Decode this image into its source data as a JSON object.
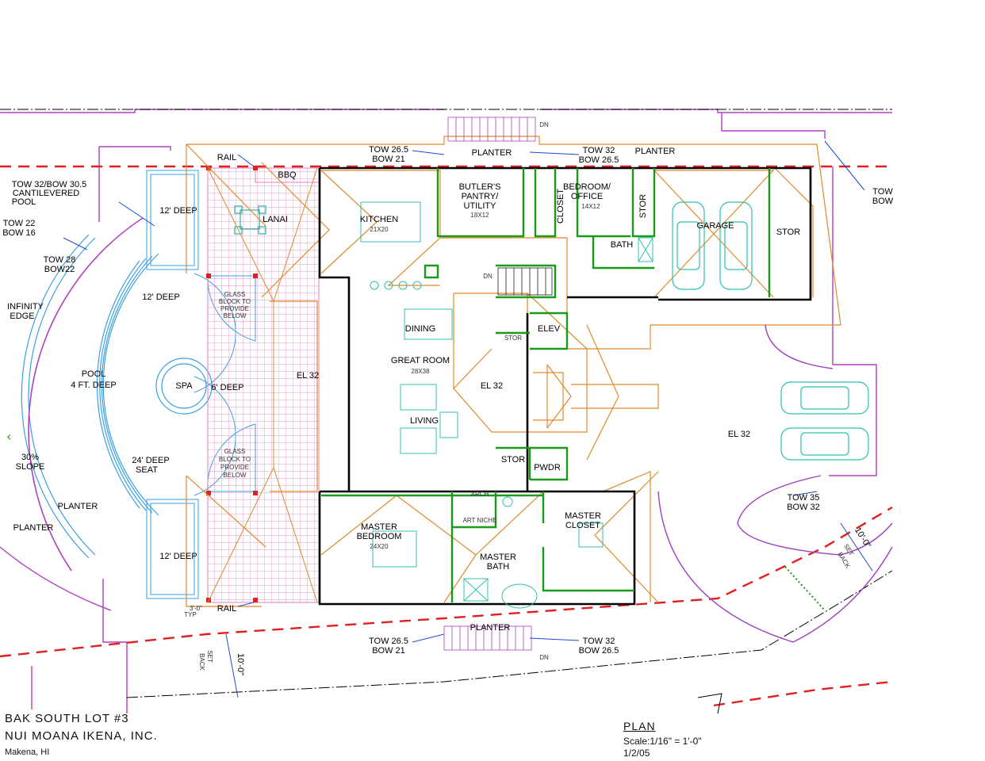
{
  "rooms": {
    "kitchen": "KITCHEN",
    "kitchen_size": "21X20",
    "pantry_1": "BUTLER'S",
    "pantry_2": "PANTRY/",
    "pantry_3": "UTILITY",
    "pantry_size": "18X12",
    "closet": "CLOSET",
    "bedroom_1": "BEDROOM/",
    "bedroom_2": "OFFICE",
    "bedroom_size": "14X12",
    "stor_upper": "STOR",
    "bath": "BATH",
    "garage": "GARAGE",
    "stor_garage": "STOR",
    "lanai": "LANAI",
    "bbq": "BBQ",
    "dining": "DINING",
    "great_room": "GREAT ROOM",
    "great_room_size": "28X38",
    "living": "LIVING",
    "elev": "ELEV",
    "stor_small": "STOR",
    "stor_mid": "STOR",
    "pwdr": "PWDR",
    "el32_lanai": "EL 32",
    "el32_center": "EL 32",
    "el32_drive": "EL 32",
    "master_bedroom_1": "MASTER",
    "master_bedroom_2": "BEDROOM",
    "master_bedroom_size": "24X20",
    "master_closet_1": "MASTER",
    "master_closet_2": "CLOSET",
    "master_bath_1": "MASTER",
    "master_bath_2": "BATH",
    "arch": "ARCH",
    "art_niche": "ART NICHE"
  },
  "pool_area": {
    "pool": "POOL",
    "pool_depth": "4 FT. DEEP",
    "spa": "SPA",
    "spa_depth": "6' DEEP",
    "deep_top": "12' DEEP",
    "deep_mid": "12' DEEP",
    "deep_bottom": "12' DEEP",
    "glass_top_1": "GLASS",
    "glass_top_2": "BLOCK TO",
    "glass_top_3": "PROVIDE",
    "glass_top_4": "BELOW",
    "glass_bot_1": "GLASS",
    "glass_bot_2": "BLOCK TO",
    "glass_bot_3": "PROVIDE",
    "glass_bot_4": "BELOW",
    "seat_1": "24' DEEP",
    "seat_2": "SEAT",
    "slope_1": "30%",
    "slope_2": "SLOPE",
    "infinity_1": "INFINITY",
    "infinity_2": "EDGE",
    "planter_left": "PLANTER",
    "planter_lower_left": "PLANTER"
  },
  "annotations": {
    "cant_1": "TOW 32/BOW 30.5",
    "cant_2": "CANTILEVERED",
    "cant_3": "POOL",
    "tow22": "TOW 22",
    "bow16": "BOW 16",
    "tow28": "TOW 28",
    "bow22": "BOW22",
    "rail_top": "RAIL",
    "rail_bottom": "RAIL",
    "tow265_top": "TOW 26.5",
    "bow21_top": "BOW 21",
    "planter_top": "PLANTER",
    "tow32_top": "TOW 32",
    "bow265_top": "BOW 26.5",
    "planter_top_right": "PLANTER",
    "tow_right": "TOW",
    "bow_right": "BOW",
    "dn_top": "DN",
    "dn_stair": "DN",
    "dn_bottom": "DN",
    "planter_bottom": "PLANTER",
    "tow265_bot": "TOW 26.5",
    "bow21_bot": "BOW 21",
    "tow32_bot": "TOW 32",
    "bow265_bot": "BOW 26.5",
    "tow35": "TOW 35",
    "bow32": "BOW 32",
    "setback_dim_right": "10'-0\"",
    "set_right": "SET",
    "back_right": "BACK",
    "setback_dim_bottom": "10'-0\"",
    "set_bottom": "SET",
    "back_bottom": "BACK",
    "typ_1": "3'-0\"",
    "typ_2": "TYP"
  },
  "title_block": {
    "project": "BAK SOUTH LOT #3",
    "company": "NUI MOANA IKENA, INC.",
    "location": "Makena, HI",
    "sheet": "PLAN",
    "scale": "Scale:1/16\" = 1'-0\"",
    "date": "1/2/05"
  },
  "colors": {
    "wall": "#000000",
    "interior_wall": "#1a9a1a",
    "roof_line": "#e08a2a",
    "setback_line": "#e02020",
    "pool_line": "#3aa0e0",
    "boundary": "#b040c0",
    "tile_grid": "#e080c0",
    "car": "#30c0b0",
    "dimension": "#1a4ad0"
  }
}
